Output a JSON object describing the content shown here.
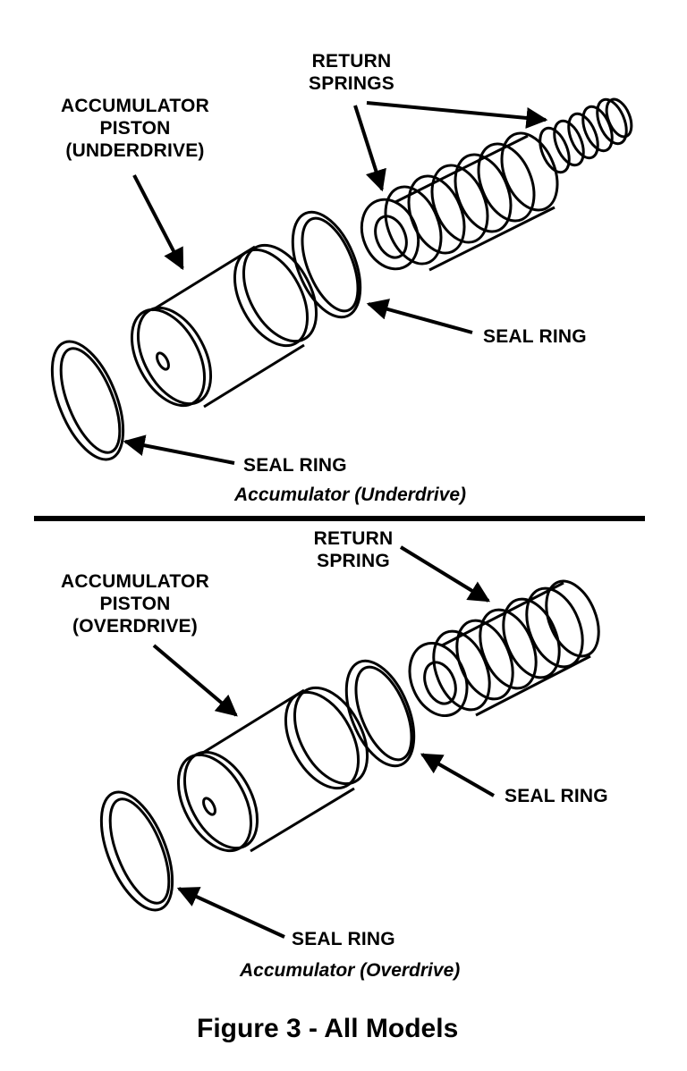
{
  "top": {
    "piston_label": [
      "ACCUMULATOR",
      "PISTON",
      "(UNDERDRIVE)"
    ],
    "springs_label": [
      "RETURN",
      "SPRINGS"
    ],
    "seal_ring_right": "SEAL RING",
    "seal_ring_left": "SEAL RING",
    "caption": "Accumulator (Underdrive)"
  },
  "bottom": {
    "piston_label": [
      "ACCUMULATOR",
      "PISTON",
      "(OVERDRIVE)"
    ],
    "spring_label": [
      "RETURN",
      "SPRING"
    ],
    "seal_ring_right": "SEAL RING",
    "seal_ring_left": "SEAL RING",
    "caption": "Accumulator (Overdrive)"
  },
  "figure_title": "Figure 3 - All Models"
}
